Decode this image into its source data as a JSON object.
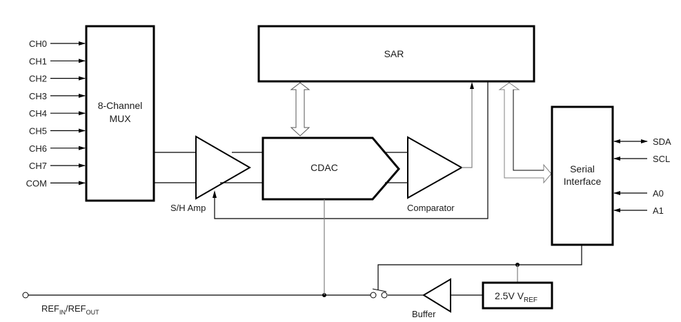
{
  "diagram": {
    "mux": {
      "label_line1": "8-Channel",
      "label_line2": "MUX",
      "inputs": [
        "CH0",
        "CH1",
        "CH2",
        "CH3",
        "CH4",
        "CH5",
        "CH6",
        "CH7",
        "COM"
      ]
    },
    "sar": {
      "label": "SAR"
    },
    "cdac": {
      "label": "CDAC"
    },
    "sh_amp": {
      "label": "S/H Amp"
    },
    "comparator": {
      "label": "Comparator"
    },
    "serial_interface": {
      "label_line1": "Serial",
      "label_line2": "Interface",
      "pins": [
        {
          "name": "SDA",
          "direction": "bidirectional"
        },
        {
          "name": "SCL",
          "direction": "input"
        },
        {
          "name": "A0",
          "direction": "input"
        },
        {
          "name": "A1",
          "direction": "input"
        }
      ]
    },
    "vref": {
      "label_main": "2.5V V",
      "label_sub": "REF"
    },
    "buffer": {
      "label": "Buffer"
    },
    "ref_pin": {
      "label_a": "REF",
      "label_a_sub": "IN",
      "label_sep": "/REF",
      "label_b_sub": "OUT"
    },
    "colors": {
      "stroke": "#000000",
      "grey_line": "#808080",
      "background": "#ffffff"
    }
  }
}
